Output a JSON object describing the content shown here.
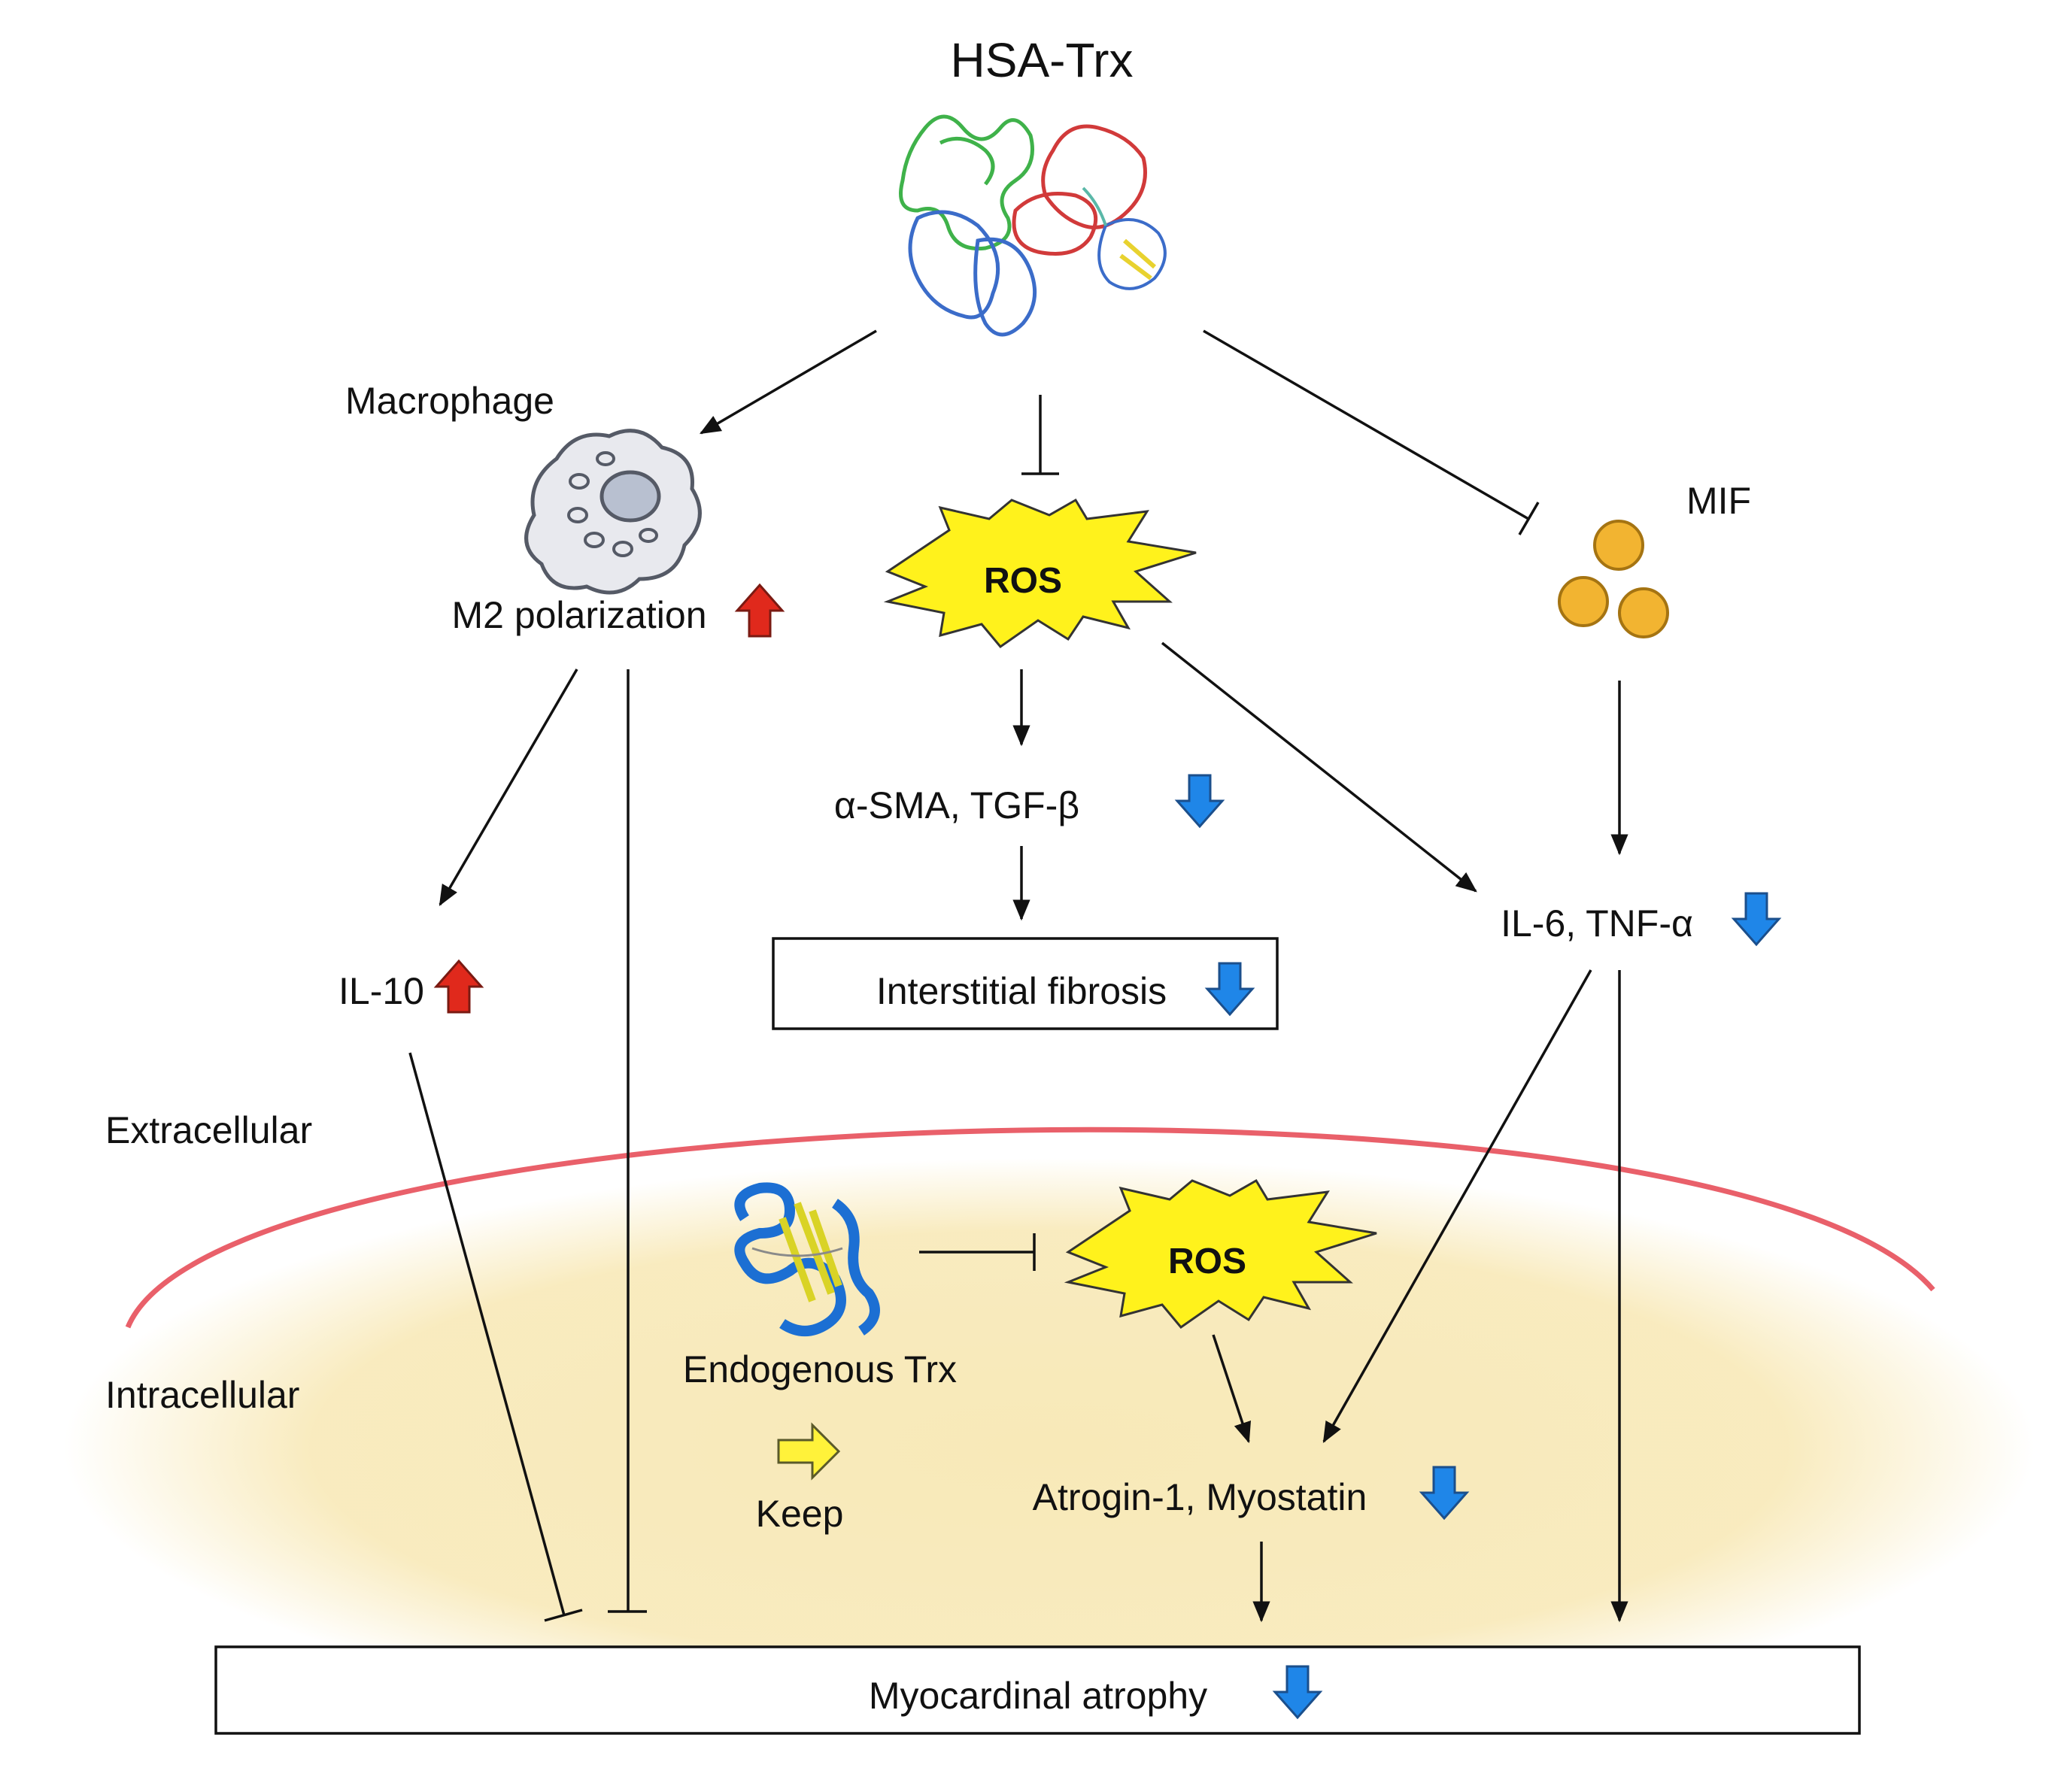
{
  "title": "HSA-Trx",
  "labels": {
    "macrophage": "Macrophage",
    "m2_polarization": "M2 polarization",
    "ros_extracellular": "ROS",
    "mif": "MIF",
    "asma_tgfb": "α-SMA, TGF-β",
    "interstitial_fibrosis": "Interstitial fibrosis",
    "il6_tnfa": "IL-6, TNF-α",
    "il10": "IL-10",
    "extracellular": "Extracellular",
    "intracellular": "Intracellular",
    "endogenous_trx": "Endogenous Trx",
    "ros_intracellular": "ROS",
    "keep": "Keep",
    "atrogin_myostatin": "Atrogin-1, Myostatin",
    "myocardial_atrophy": "Myocardinal atrophy"
  },
  "colors": {
    "up_arrow": "#e0291c",
    "down_arrow": "#1f86e8",
    "ros_burst": "#fff21c",
    "mif_particle": "#f2b431",
    "membrane": "#e9606a",
    "cytoplasm": "#f8e9b8",
    "keep_arrow": "#fff23a"
  },
  "icons": {
    "hsa_trx_structure": "protein-ribbon-structure",
    "macrophage": "macrophage-cell-icon",
    "endogenous_trx_structure": "trx-protein-ribbon"
  }
}
